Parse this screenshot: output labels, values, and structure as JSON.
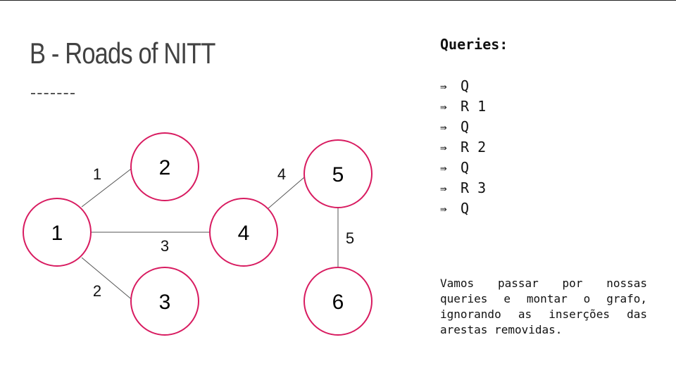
{
  "slide": {
    "title": "B - Roads of NITT"
  },
  "graph": {
    "nodes": [
      {
        "id": "1",
        "label": "1"
      },
      {
        "id": "2",
        "label": "2"
      },
      {
        "id": "3",
        "label": "3"
      },
      {
        "id": "4",
        "label": "4"
      },
      {
        "id": "5",
        "label": "5"
      },
      {
        "id": "6",
        "label": "6"
      }
    ],
    "edges": [
      {
        "from": "1",
        "to": "2",
        "label": "1"
      },
      {
        "from": "1",
        "to": "3",
        "label": "2"
      },
      {
        "from": "1",
        "to": "4",
        "label": "3"
      },
      {
        "from": "4",
        "to": "5",
        "label": "4"
      },
      {
        "from": "5",
        "to": "6",
        "label": "5"
      }
    ],
    "node_color": "#d81b60"
  },
  "panel": {
    "heading": "Queries:",
    "arrow_icon": "⇛",
    "queries": [
      "Q",
      "R 1",
      "Q",
      "R 2",
      "Q",
      "R 3",
      "Q"
    ],
    "description": "Vamos passar por nossas queries e montar o grafo, ignorando as inserções das arestas removidas."
  }
}
